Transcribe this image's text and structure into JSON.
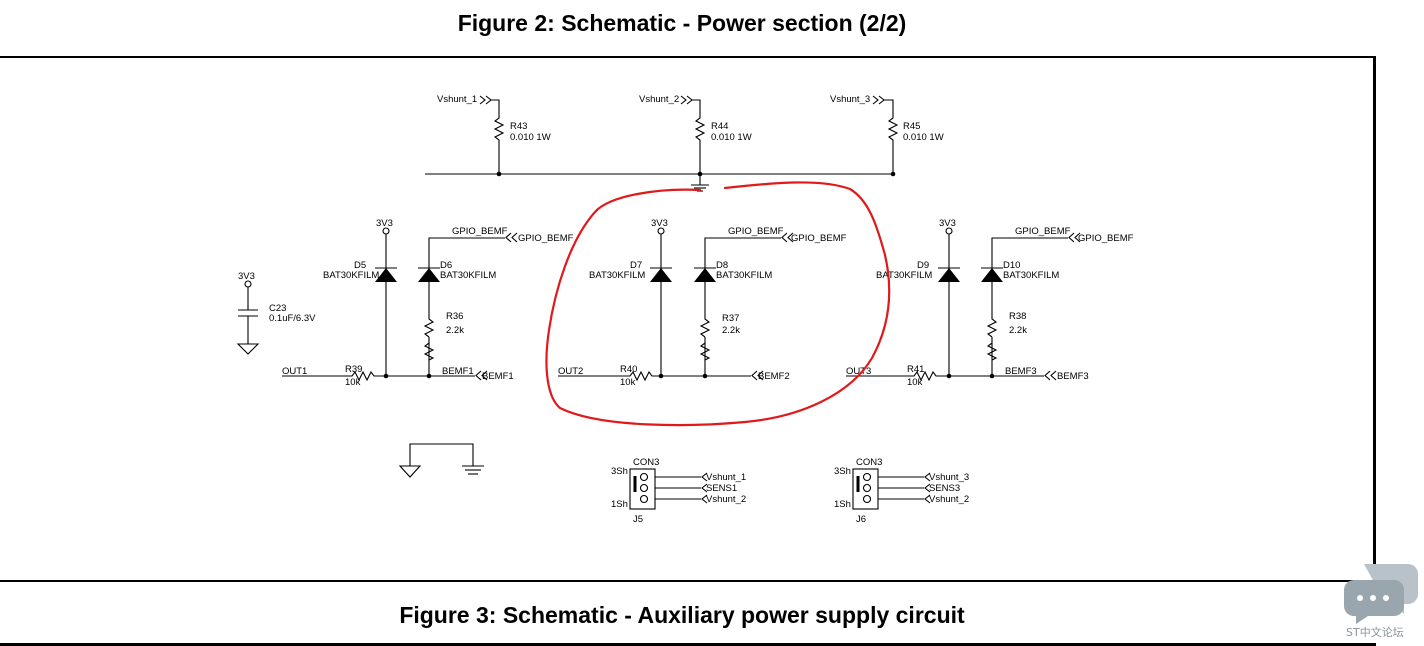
{
  "figure2_title": "Figure 2: Schematic - Power section (2/2)",
  "figure3_title": "Figure 3: Schematic - Auxiliary power supply circuit",
  "watermark": {
    "label": "ST中文论坛",
    "icon": "chat-bubble-icon"
  },
  "highlight_color": "#e01a1a",
  "shunts": [
    {
      "net": "Vshunt_1",
      "ref": "R43",
      "value": "0.010 1W"
    },
    {
      "net": "Vshunt_2",
      "ref": "R44",
      "value": "0.010 1W"
    },
    {
      "net": "Vshunt_3",
      "ref": "R45",
      "value": "0.010 1W"
    }
  ],
  "cap": {
    "supply": "3V3",
    "ref": "C23",
    "value": "0.1uF/6.3V"
  },
  "phases": [
    {
      "supply": "3V3",
      "clamp_ref": "D5",
      "clamp_part": "BAT30KFILM",
      "gpio_net": "GPIO_BEMF",
      "gpio_port": "GPIO_BEMF",
      "div_diode_ref": "D6",
      "div_diode_part": "BAT30KFILM",
      "div_res_ref": "R36",
      "div_res_value": "2.2k",
      "out_net": "OUT1",
      "series_ref": "R39",
      "series_value": "10k",
      "bemf_net": "BEMF1",
      "bemf_port": "BEMF1"
    },
    {
      "supply": "3V3",
      "clamp_ref": "D7",
      "clamp_part": "BAT30KFILM",
      "gpio_net": "GPIO_BEMF",
      "gpio_port": "GPIO_BEMF",
      "div_diode_ref": "D8",
      "div_diode_part": "BAT30KFILM",
      "div_res_ref": "R37",
      "div_res_value": "2.2k",
      "out_net": "OUT2",
      "series_ref": "R40",
      "series_value": "10k",
      "bemf_net": "",
      "bemf_port": "BEMF2"
    },
    {
      "supply": "3V3",
      "clamp_ref": "D9",
      "clamp_part": "BAT30KFILM",
      "gpio_net": "GPIO_BEMF",
      "gpio_port": "GPIO_BEMF",
      "div_diode_ref": "D10",
      "div_diode_part": "BAT30KFILM",
      "div_res_ref": "R38",
      "div_res_value": "2.2k",
      "out_net": "OUT3",
      "series_ref": "R41",
      "series_value": "10k",
      "bemf_net": "BEMF3",
      "bemf_port": "BEMF3"
    }
  ],
  "connectors": [
    {
      "ref": "J5",
      "part": "CON3",
      "pin_top": "3Sh",
      "pin_bottom": "1Sh",
      "nets": [
        "Vshunt_1",
        "SENS1",
        "Vshunt_2"
      ]
    },
    {
      "ref": "J6",
      "part": "CON3",
      "pin_top": "3Sh",
      "pin_bottom": "1Sh",
      "nets": [
        "Vshunt_3",
        "SENS3",
        "Vshunt_2"
      ]
    }
  ]
}
